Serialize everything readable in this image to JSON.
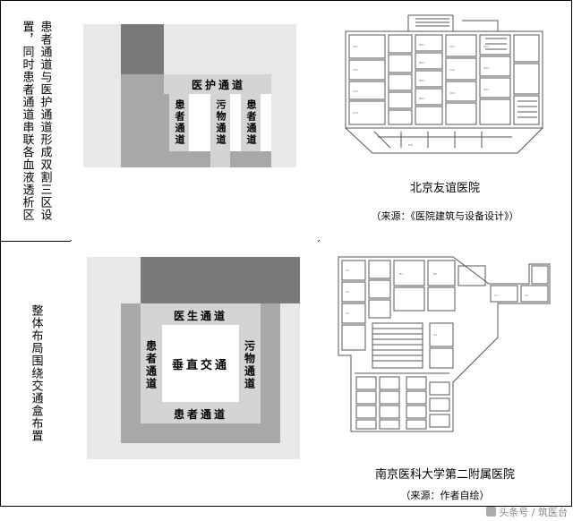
{
  "table": {
    "row1": {
      "caption": "患者通道与医护通道形成双割三区设置，同时患者通道串联各血液透析区",
      "diagram": {
        "labels": [
          {
            "text": "医护通道",
            "orient": "horizontal"
          },
          {
            "text": "患者通道",
            "orient": "vertical"
          },
          {
            "text": "污物通道",
            "orient": "vertical"
          },
          {
            "text": "患者通道",
            "orient": "vertical"
          }
        ]
      },
      "plan": {
        "title": "北京友谊医院",
        "source": "（来源：《医院建筑与设备设计》）"
      }
    },
    "row2": {
      "caption": "整体布局围绕交通盒布置",
      "diagram": {
        "labels": [
          {
            "text": "医生通道",
            "orient": "horizontal"
          },
          {
            "text": "患者通道",
            "orient": "vertical"
          },
          {
            "text": "垂直交通",
            "orient": "horizontal"
          },
          {
            "text": "污物通道",
            "orient": "vertical"
          },
          {
            "text": "患者通道",
            "orient": "horizontal"
          }
        ]
      },
      "plan": {
        "title": "南京医科大学第二附属医院",
        "source": "（来源：作者自绘）"
      }
    }
  },
  "watermark": {
    "label": "头条号 / 筑医台"
  },
  "colors": {
    "dark_gray": "#7a7a7a",
    "mid_gray": "#a8a8a8",
    "light_gray": "#d4d4d4",
    "pale_gray": "#e8e8e8",
    "white": "#ffffff",
    "line": "#000000"
  }
}
